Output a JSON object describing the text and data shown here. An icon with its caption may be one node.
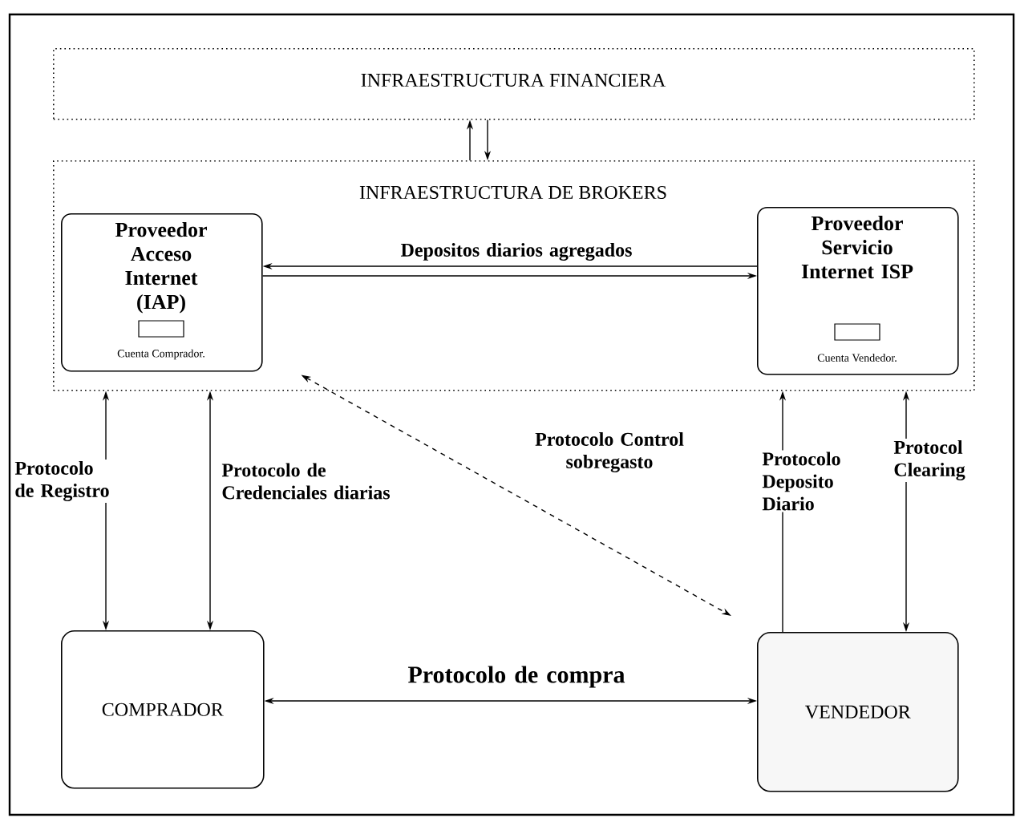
{
  "diagram": {
    "nodes": [
      {
        "text": [
          "INFRAESTRUCTURA FINANCIERA"
        ]
      },
      {
        "text": [
          "INFRAESTRUCTURA DE BROKERS"
        ]
      },
      {
        "text": [
          "Proveedor Acceso Internet (IAP)",
          "Cuenta Comprador."
        ],
        "in": 1
      },
      {
        "text": [
          "Proveedor Servicio Internet ISP",
          "Cuenta Vendedor."
        ],
        "in": 1
      },
      {
        "text": [
          "COMPRADOR"
        ]
      },
      {
        "text": [
          "VENDEDOR"
        ]
      }
    ],
    "edges": [
      {
        "from": 1,
        "to": 0,
        "arrow": "to"
      },
      {
        "from": 0,
        "to": 1,
        "arrow": "to"
      },
      {
        "from": 3,
        "to": 2,
        "arrow": "to",
        "label": "Depositos diarios agregados"
      },
      {
        "from": 2,
        "to": 3,
        "arrow": "to"
      },
      {
        "from": 1,
        "to": 4,
        "arrow": "both",
        "label": "Protocolo de Registro"
      },
      {
        "from": 1,
        "to": 4,
        "arrow": "both",
        "label": "Protocolo de Credenciales diarias"
      },
      {
        "from": 2,
        "to": 5,
        "arrow": "both",
        "label": "Protocolo Control sobregasto",
        "style": "dashed"
      },
      {
        "from": 5,
        "to": 1,
        "arrow": "to",
        "label": "Protocolo Deposito Diario"
      },
      {
        "from": 1,
        "to": 5,
        "arrow": "both",
        "label": "Protocol Clearing"
      },
      {
        "from": 4,
        "to": 5,
        "arrow": "both",
        "label": "Protocolo de compra"
      }
    ]
  }
}
